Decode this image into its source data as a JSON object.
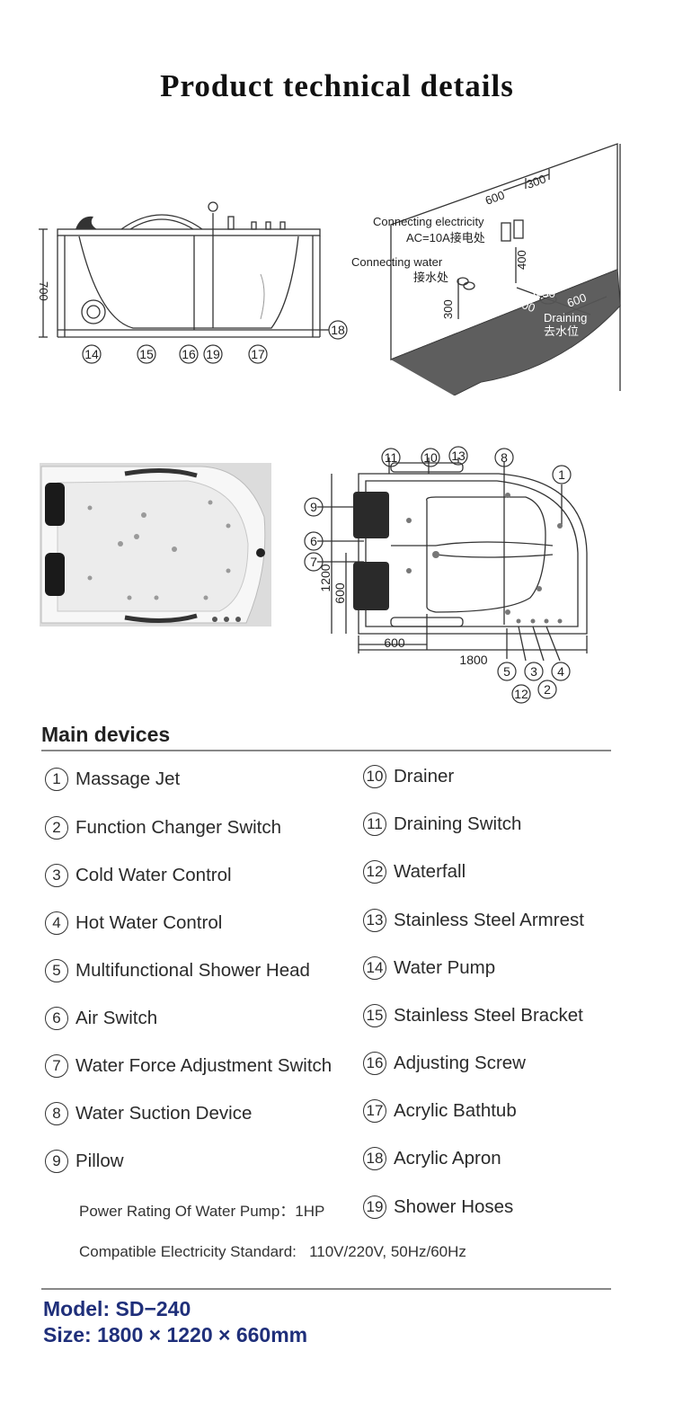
{
  "title": "Product technical details",
  "side_view": {
    "height_dim": "700",
    "callouts": [
      "14",
      "15",
      "16",
      "19",
      "17",
      "18"
    ]
  },
  "install_view": {
    "dim_top_a": "600",
    "dim_top_b": "300",
    "electricity_en": "Connecting electricity",
    "electricity_cn": "AC=10A接电处",
    "water_en": "Connecting water",
    "water_cn": "接水处",
    "dim_400": "400",
    "dim_300": "300",
    "drain_dia": "Φ50",
    "dim_600a": "600",
    "dim_600b": "600",
    "drain_en": "Draining",
    "drain_cn": "去水位"
  },
  "plan_view": {
    "callouts_top": [
      "11",
      "10",
      "13",
      "8",
      "1"
    ],
    "callouts_left": [
      "9",
      "6",
      "7"
    ],
    "callouts_bottom": [
      "5",
      "3",
      "4",
      "12",
      "2"
    ],
    "dim_1200": "1200",
    "dim_600_v": "600",
    "dim_600_h": "600",
    "dim_1800": "1800"
  },
  "devices": {
    "heading": "Main devices",
    "left": [
      {
        "num": "1",
        "label": "Massage Jet"
      },
      {
        "num": "2",
        "label": "Function Changer Switch"
      },
      {
        "num": "3",
        "label": "Cold Water Control"
      },
      {
        "num": "4",
        "label": "Hot Water Control"
      },
      {
        "num": "5",
        "label": "Multifunctional Shower Head"
      },
      {
        "num": "6",
        "label": "Air Switch"
      },
      {
        "num": "7",
        "label": "Water Force Adjustment Switch"
      },
      {
        "num": "8",
        "label": "Water Suction Device"
      },
      {
        "num": "9",
        "label": "Pillow"
      }
    ],
    "right": [
      {
        "num": "10",
        "label": "Drainer"
      },
      {
        "num": "11",
        "label": "Draining Switch"
      },
      {
        "num": "12",
        "label": "Waterfall"
      },
      {
        "num": "13",
        "label": "Stainless Steel Armrest"
      },
      {
        "num": "14",
        "label": "Water Pump"
      },
      {
        "num": "15",
        "label": "Stainless Steel Bracket"
      },
      {
        "num": "16",
        "label": "Adjusting Screw"
      },
      {
        "num": "17",
        "label": "Acrylic Bathtub"
      },
      {
        "num": "18",
        "label": "Acrylic Apron"
      },
      {
        "num": "19",
        "label": "Shower Hoses"
      }
    ]
  },
  "specs": {
    "pump_label": "Power Rating Of Water Pump：",
    "pump_value": "1HP",
    "elec_label": "Compatible Electricity Standard:",
    "elec_value": "110V/220V, 50Hz/60Hz"
  },
  "model": {
    "model_line": "Model: SD−240",
    "size_line": "Size: 1800 × 1220 × 660mm"
  }
}
